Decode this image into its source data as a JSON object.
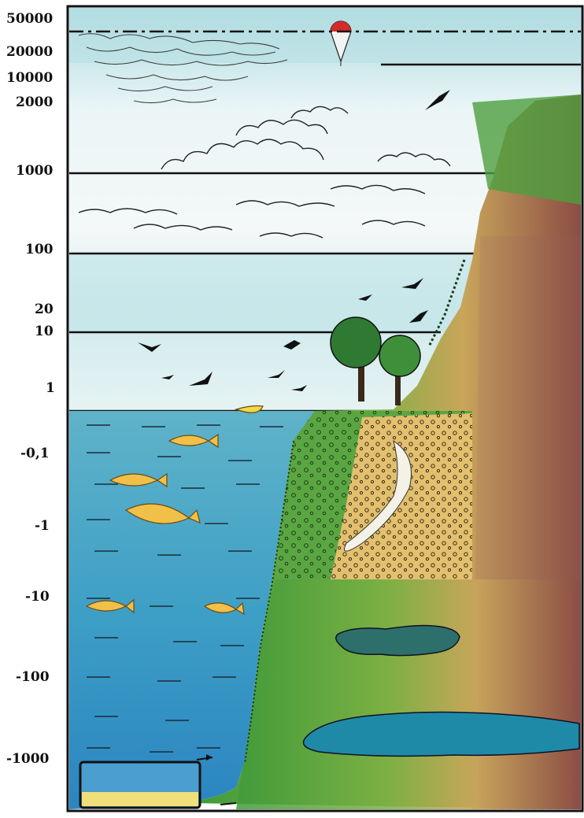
{
  "scale_labels": [
    "50000",
    "20000",
    "10000",
    "2000",
    "1000",
    "100",
    "20",
    "10",
    "1",
    "-0,1",
    "-1",
    "-10",
    "-100",
    "-1000"
  ],
  "colors": {
    "sky_top": "#bfe3e6",
    "sky_mid": "#eef6f7",
    "sea": "#3c9fc4",
    "deep_sea": "#2d8bc2",
    "land_green": "#4a9a3a",
    "soil": "#d7b36a",
    "rock": "#9b5e4e",
    "balloon": "#d42a2a"
  }
}
